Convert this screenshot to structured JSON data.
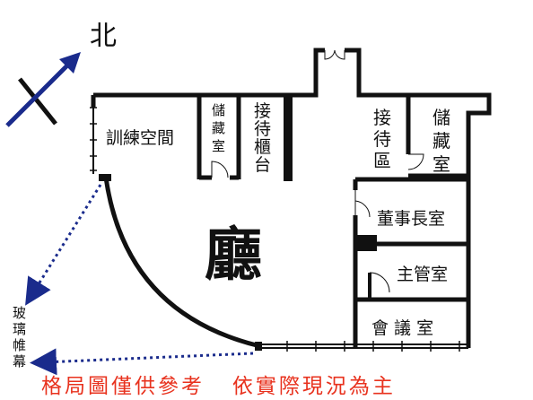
{
  "compass": {
    "north_label": "北"
  },
  "rooms": {
    "training": "訓練空間",
    "storage_left": [
      "儲",
      "藏",
      "室"
    ],
    "reception_counter": [
      "接",
      "待",
      "櫃",
      "台"
    ],
    "reception_area": [
      "接",
      "待",
      "區"
    ],
    "storage_right": [
      "儲",
      "藏",
      "室"
    ],
    "hall": "廳",
    "chairman": "董事長室",
    "manager": "主管室",
    "meeting": "會 議 室"
  },
  "annotations": {
    "glass_curtain": [
      "玻",
      "璃",
      "帷",
      "幕"
    ]
  },
  "footer": {
    "disclaimer": "格局圖僅供參考   依實際現況為主"
  },
  "colors": {
    "wall": "#111111",
    "arrow": "#1a2b8c",
    "footer": "#e8321e",
    "compass_arrow": "#1a2b8c"
  }
}
